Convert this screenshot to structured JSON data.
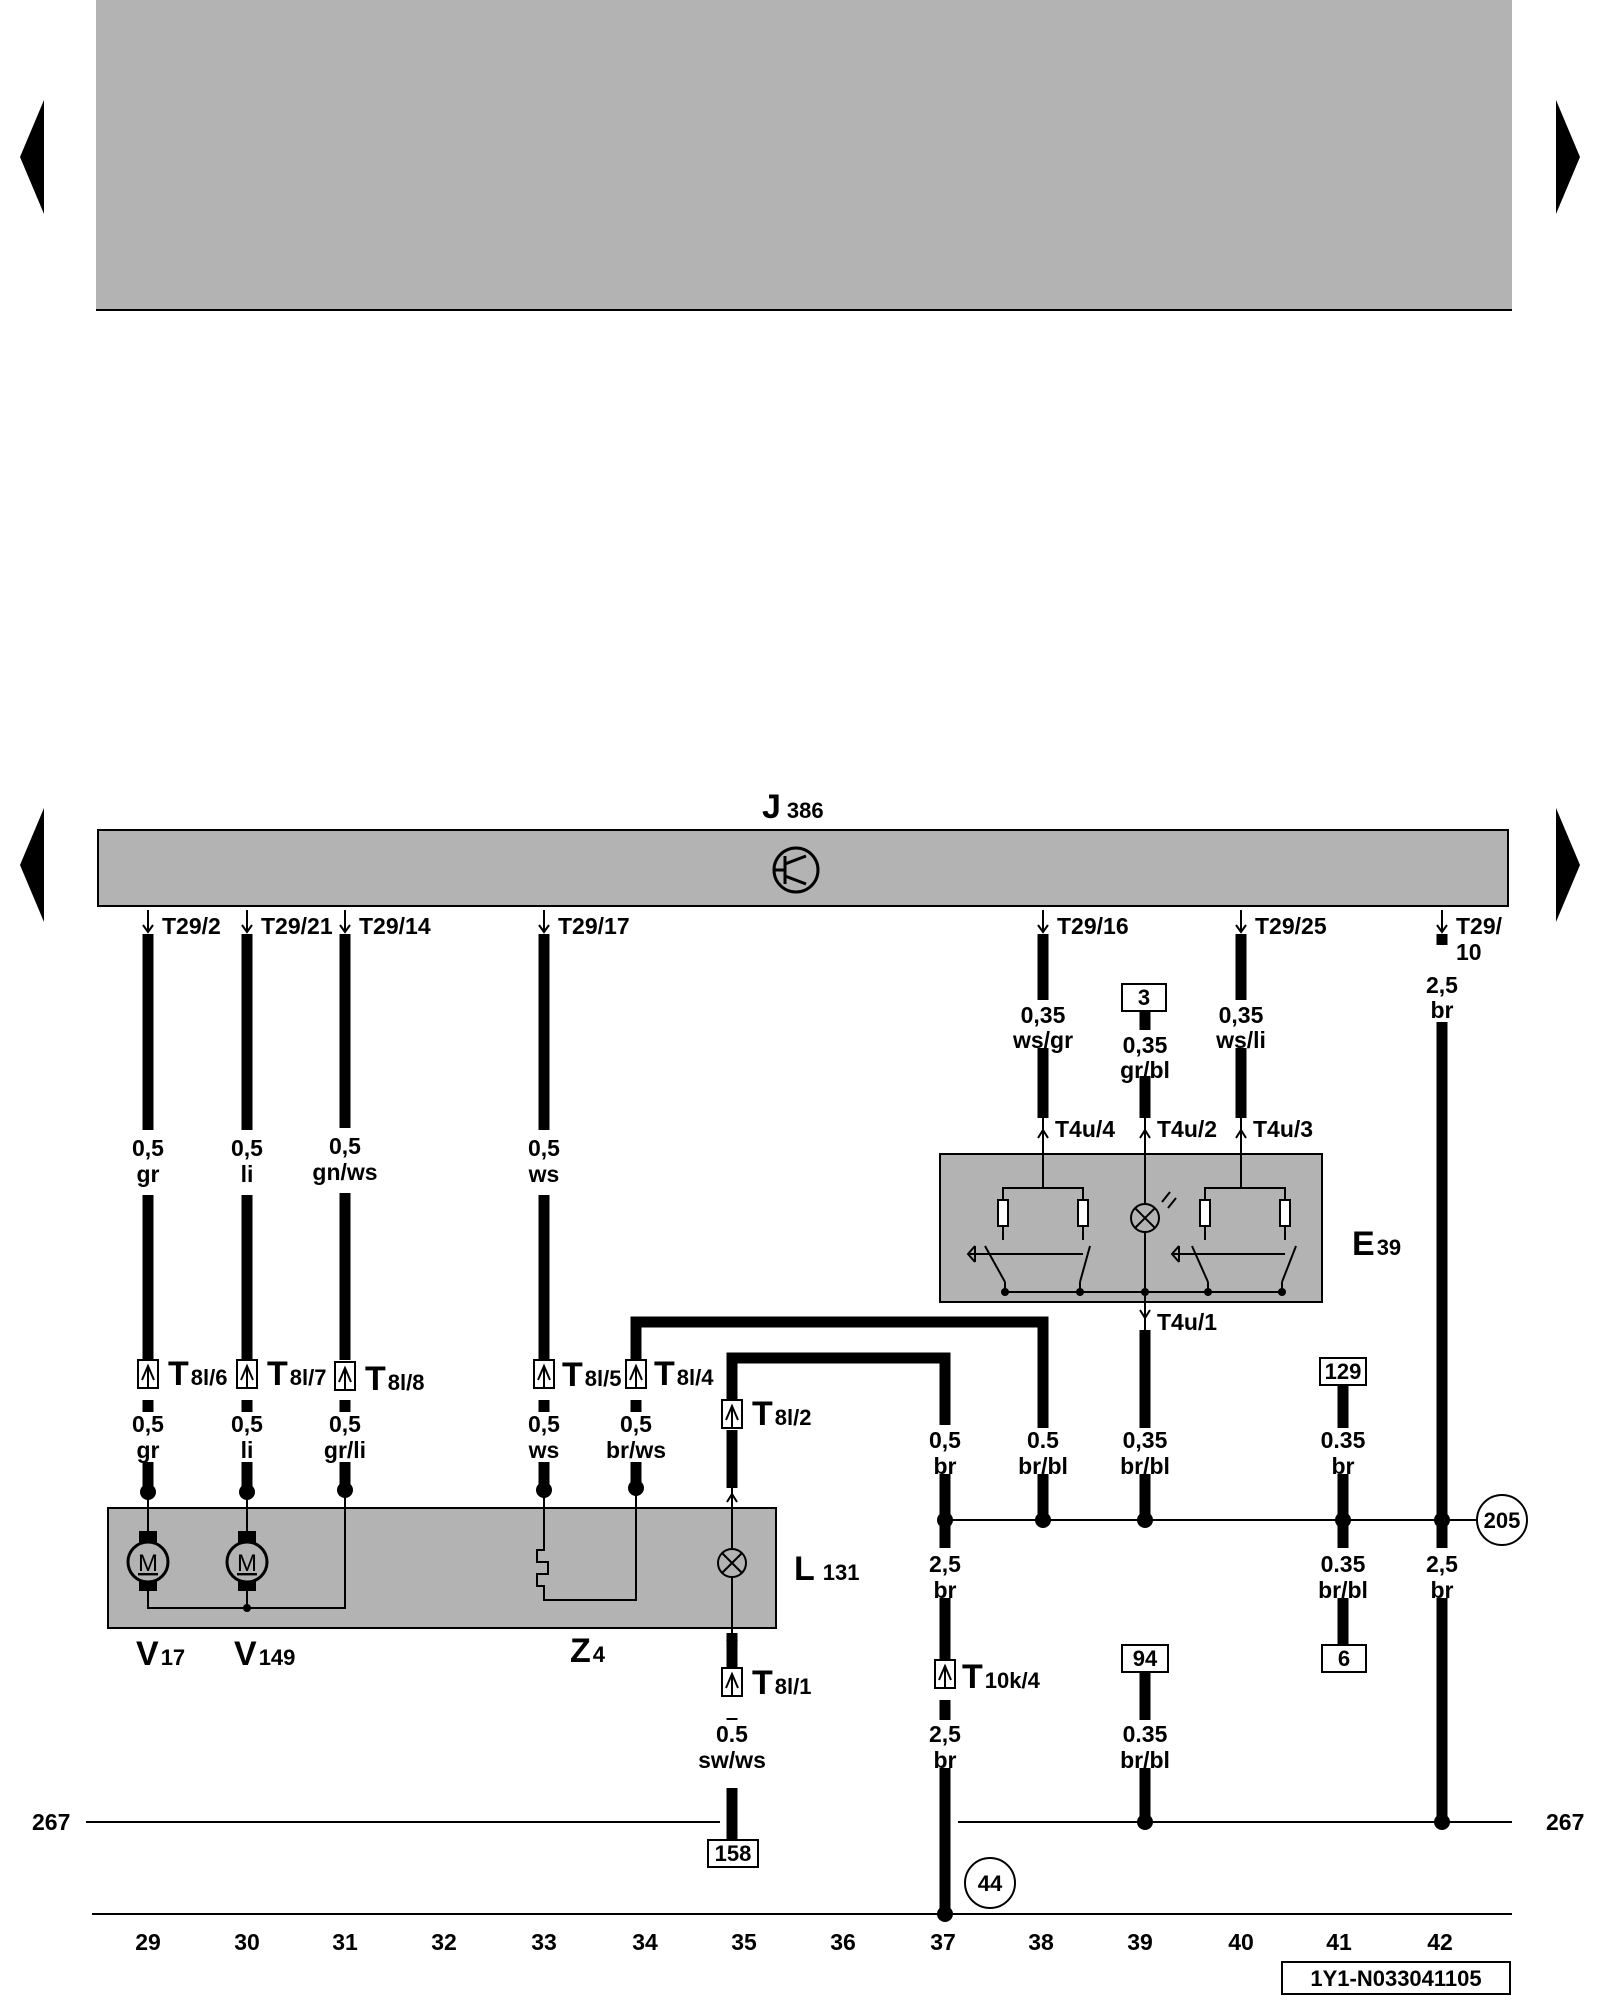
{
  "header": {
    "panel_color": "#b3b3b3"
  },
  "control_unit": {
    "name": "J",
    "sub": "386"
  },
  "components": {
    "e39": {
      "name": "E",
      "sub": "39"
    },
    "l131": {
      "name": "L",
      "sub": "131"
    },
    "v17": {
      "name": "V",
      "sub": "17"
    },
    "v149": {
      "name": "V",
      "sub": "149"
    },
    "z4": {
      "name": "Z",
      "sub": "4"
    },
    "motor_symbol": "M"
  },
  "connectors": {
    "t29_2": "T29/2",
    "t29_21": "T29/21",
    "t29_14": "T29/14",
    "t29_17": "T29/17",
    "t29_16": "T29/16",
    "t29_25": "T29/25",
    "t29_10_a": "T29/",
    "t29_10_b": "10",
    "t4u_4": "T4u/4",
    "t4u_2": "T4u/2",
    "t4u_3": "T4u/3",
    "t4u_1": "T4u/1",
    "t8l_6": {
      "main": "T",
      "sub": "8l/6"
    },
    "t8l_7": {
      "main": "T",
      "sub": "8l/7"
    },
    "t8l_8": {
      "main": "T",
      "sub": "8l/8"
    },
    "t8l_5": {
      "main": "T",
      "sub": "8l/5"
    },
    "t8l_4": {
      "main": "T",
      "sub": "8l/4"
    },
    "t8l_2": {
      "main": "T",
      "sub": "8l/2"
    },
    "t8l_1": {
      "main": "T",
      "sub": "8l/1"
    },
    "t10k_4": {
      "main": "T",
      "sub": "10k/4"
    }
  },
  "wires": {
    "w29_top": [
      "0,5",
      "gr"
    ],
    "w30_top": [
      "0,5",
      "li"
    ],
    "w31_top": [
      "0,5",
      "gn/ws"
    ],
    "w33_top": [
      "0,5",
      "ws"
    ],
    "w38_top": [
      "0,35",
      "ws/gr"
    ],
    "w39_top": [
      "0,35",
      "gr/bl"
    ],
    "w40_top": [
      "0,35",
      "ws/li"
    ],
    "w42_top": [
      "2,5",
      "br"
    ],
    "w29_mid": [
      "0,5",
      "gr"
    ],
    "w30_mid": [
      "0,5",
      "li"
    ],
    "w31_mid": [
      "0,5",
      "gr/li"
    ],
    "w33_mid": [
      "0,5",
      "ws"
    ],
    "w34_mid": [
      "0,5",
      "br/ws"
    ],
    "w37_mid": [
      "0,5",
      "br"
    ],
    "w38_mid": [
      "0.5",
      "br/bl"
    ],
    "w39_mid": [
      "0,35",
      "br/bl"
    ],
    "w41_mid": [
      "0.35",
      "br"
    ],
    "w37_low": [
      "2,5",
      "br"
    ],
    "w41_low": [
      "0.35",
      "br/bl"
    ],
    "w42_low": [
      "2,5",
      "br"
    ],
    "w35_bot": [
      "0.5",
      "sw/ws"
    ],
    "w37_bot": [
      "2,5",
      "br"
    ],
    "w39_bot": [
      "0.35",
      "br/bl"
    ]
  },
  "refs": {
    "r3": "3",
    "r129": "129",
    "r6": "6",
    "r94": "94",
    "r158": "158",
    "c205": "205",
    "c44": "44",
    "line_left": "267",
    "line_right": "267"
  },
  "axis": [
    "29",
    "30",
    "31",
    "32",
    "33",
    "34",
    "35",
    "36",
    "37",
    "38",
    "39",
    "40",
    "41",
    "42"
  ],
  "doc_code": "1Y1-N033041105"
}
